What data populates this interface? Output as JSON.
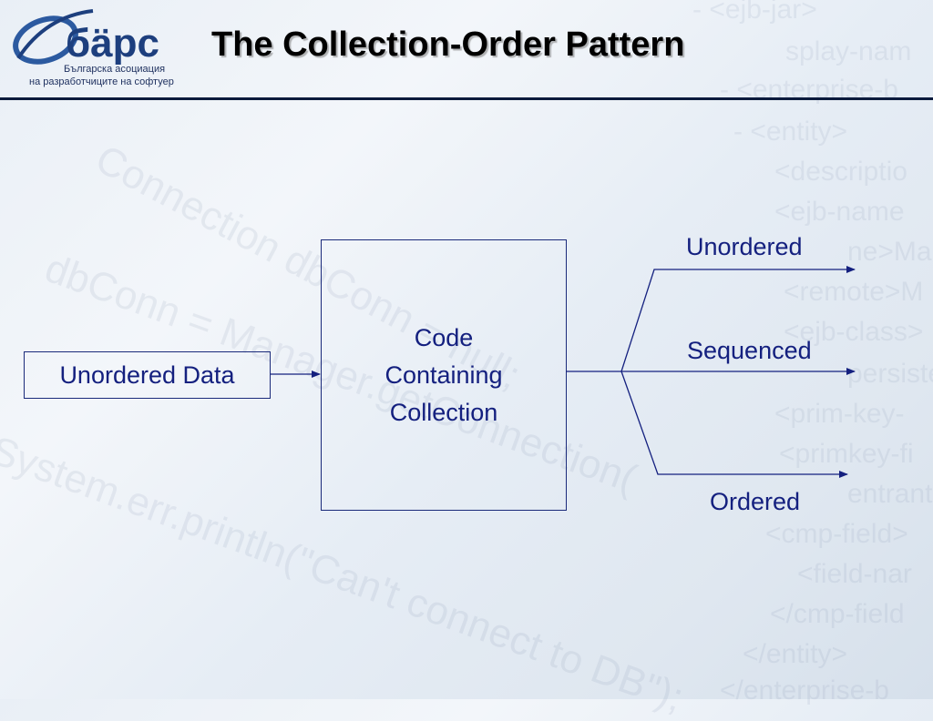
{
  "slide": {
    "title": "The Collection-Order Pattern"
  },
  "logo": {
    "brand": "бäрс",
    "subtitle_line1": "Българска асоциация",
    "subtitle_line2": "на разработчиците на софтуер"
  },
  "diagram": {
    "input_label": "Unordered Data",
    "process_lines": [
      "Code",
      "Containing",
      "Collection"
    ],
    "outputs": [
      "Unordered",
      "Sequenced",
      "Ordered"
    ]
  },
  "background_watermark": [
    "- <ejb-jar>",
    "splay-nam",
    "- <enterprise-b",
    "- <entity>",
    "<descriptio",
    "<ejb-name",
    "ne>Ma",
    "<remote>M",
    "<ejb-class>",
    "persistenc",
    "<prim-key-",
    "<primkey-fi",
    "entrant>",
    "<cmp-field>",
    "<field-nar",
    "</cmp-field",
    "</entity>",
    "</enterprise-b",
    "Connection dbConn = null;",
    "dbConn = Manager.getConnection(",
    "System.err.println(\"Can't connect to DB\");"
  ],
  "colors": {
    "diagram": "#14207f",
    "rule": "#0b1a3c"
  }
}
